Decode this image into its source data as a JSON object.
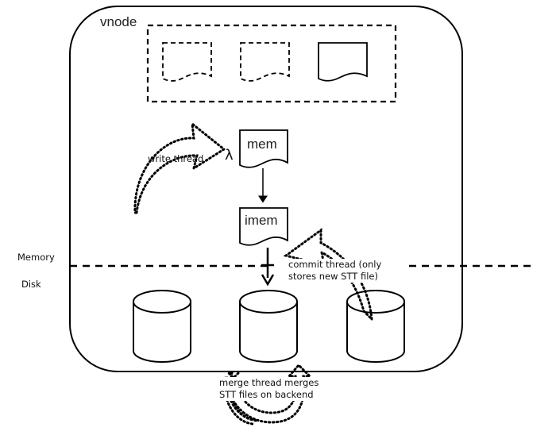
{
  "vnode_label": "vnode",
  "memtable_label": "mem",
  "imem_label": "imem",
  "write_thread_label": "write thread",
  "commit_thread_label_line1": "commit thread (only",
  "commit_thread_label_line2": "stores new STT file)",
  "merge_thread_label_line1": "merge thread merges",
  "merge_thread_label_line2": "STT files on backend",
  "memory_label": "Memory",
  "disk_label": "Disk",
  "lambda_symbol": "λ"
}
